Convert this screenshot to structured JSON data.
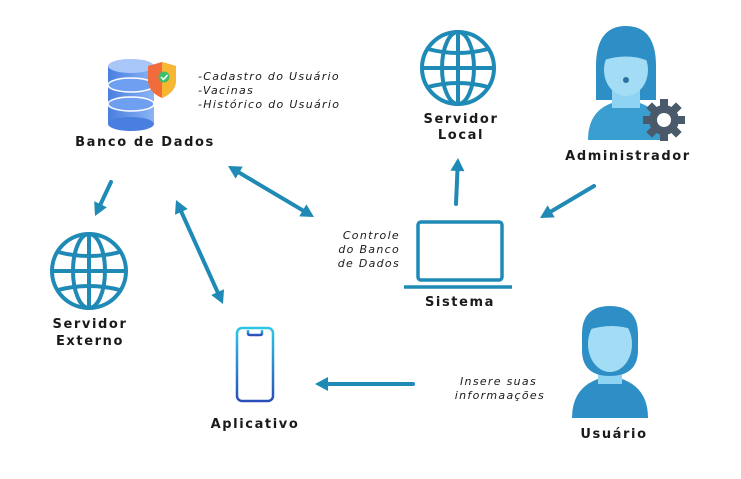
{
  "colors": {
    "arrow": "#1f8ab5",
    "globe": "#1f8ab5",
    "person": "#3a9ed0",
    "face": "#8fd3f2",
    "laptop": "#1f8ab5",
    "gear": "#4a5a6a"
  },
  "nodes": {
    "banco": {
      "label": "Banco de Dados",
      "icon": "database-shield-icon"
    },
    "servidor_local": {
      "label_line1": "Servidor",
      "label_line2": "Local",
      "icon": "globe-icon"
    },
    "administrador": {
      "label": "Administrador",
      "icon": "admin-person-gear-icon"
    },
    "servidor_externo": {
      "label_line1": "Servidor",
      "label_line2": "Externo",
      "icon": "globe-icon"
    },
    "sistema": {
      "label": "Sistema",
      "icon": "laptop-icon"
    },
    "aplicativo": {
      "label": "Aplicativo",
      "icon": "smartphone-icon"
    },
    "usuario": {
      "label": "Usuário",
      "icon": "user-person-icon"
    }
  },
  "notes": {
    "banco_items": [
      "-Cadastro do Usuário",
      "-Vacinas",
      "-Histórico do Usuário"
    ],
    "controle": [
      "Controle",
      "do Banco",
      "de Dados"
    ],
    "insere": [
      "Insere suas",
      "informaações"
    ]
  }
}
